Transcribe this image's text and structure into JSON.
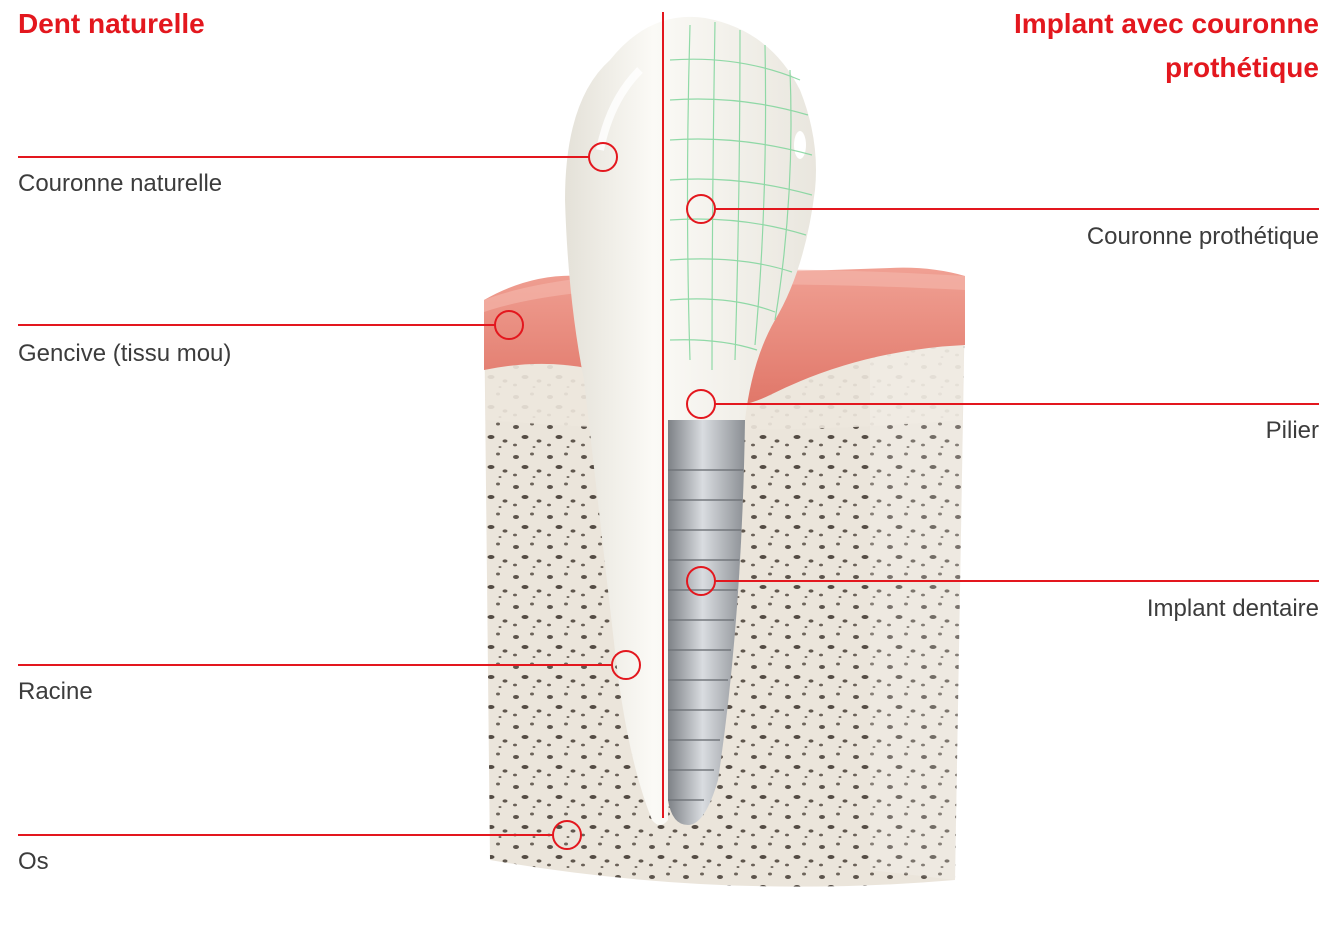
{
  "left_title": "Dent naturelle",
  "right_title_line1": "Implant avec couronne",
  "right_title_line2": "prothétique",
  "left_labels": {
    "crown": "Couronne naturelle",
    "gum": "Gencive (tissu mou)",
    "root": "Racine",
    "bone": "Os"
  },
  "right_labels": {
    "crown": "Couronne prothétique",
    "abutment": "Pilier",
    "implant": "Implant dentaire"
  },
  "colors": {
    "accent": "#e3171e",
    "gum": "#e88a7f",
    "bone": "#ece6dc",
    "tooth": "#f6f4ee",
    "implant": "#a9adb2",
    "grid": "#7fd59b"
  }
}
